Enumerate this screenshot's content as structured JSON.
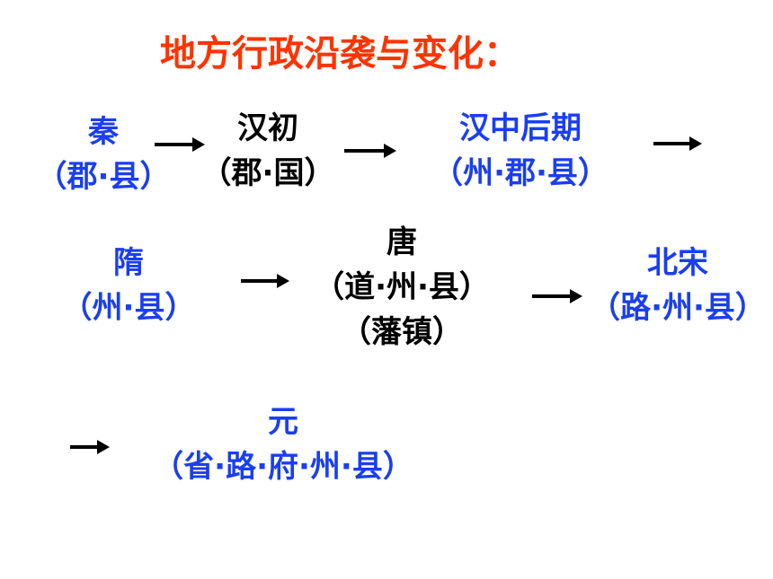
{
  "colors": {
    "title": "#ff3300",
    "blue": "#1a3ef0",
    "black": "#000000"
  },
  "title": "地方行政沿袭与变化：",
  "nodes": {
    "qin": {
      "name": "秦",
      "detail": "（郡·县）"
    },
    "hanchu": {
      "name": "汉初",
      "detail": "（郡·国）"
    },
    "hanzh": {
      "name": "汉中后期",
      "detail": "（州·郡·县）"
    },
    "sui": {
      "name": "隋",
      "detail": "（州·县）"
    },
    "tang": {
      "name": "唐",
      "detail": "（道·州·县）",
      "extra": "（藩镇）"
    },
    "bsong": {
      "name": "北宋",
      "detail": "（路·州·县）"
    },
    "yuan": {
      "name": "元",
      "detail": "（省·路·府·州·县）"
    }
  },
  "arrow_icon": "right-arrow-icon"
}
